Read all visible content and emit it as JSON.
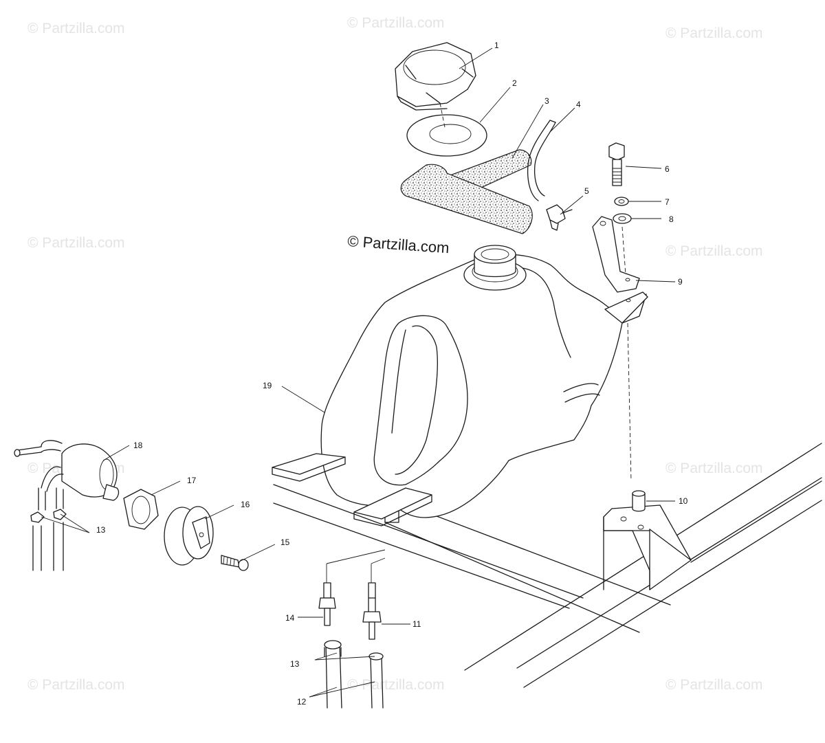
{
  "watermarks": {
    "text": "© Partzilla.com",
    "primary_text": "© Partzilla.com"
  },
  "callouts": [
    "1",
    "2",
    "3",
    "4",
    "5",
    "6",
    "7",
    "8",
    "9",
    "10",
    "11",
    "12",
    "13",
    "14",
    "15",
    "16",
    "17",
    "18",
    "19"
  ],
  "colors": {
    "line": "#1a1a1a",
    "watermark": "#e4e4e4",
    "background": "#ffffff"
  }
}
